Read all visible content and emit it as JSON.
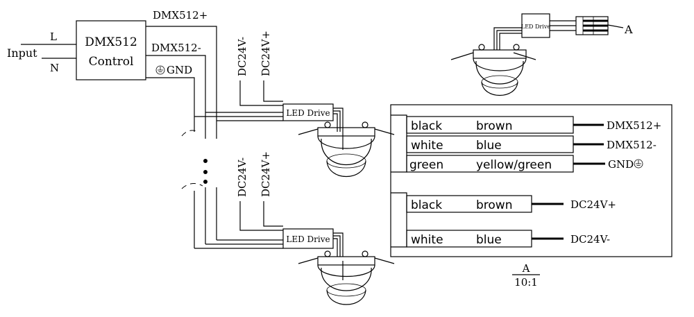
{
  "controller": {
    "label_line1": "DMX512",
    "label_line2": "Control",
    "input_label": "Input",
    "live_label": "L",
    "neutral_label": "N",
    "dmx_plus": "DMX512+",
    "dmx_minus": "DMX512-",
    "gnd": "GND"
  },
  "power": {
    "dc_minus": "DC24V-",
    "dc_plus": "DC24V+"
  },
  "driver_label": "LED Drive",
  "detail": {
    "marker": "A",
    "scale": "10:1",
    "signal_rows": [
      {
        "left": "black",
        "right": "brown",
        "terminal": "DMX512+"
      },
      {
        "left": "white",
        "right": "blue",
        "terminal": "DMX512-"
      },
      {
        "left": "green",
        "right": "yellow/green",
        "terminal": "GND"
      }
    ],
    "power_rows": [
      {
        "left": "black",
        "right": "brown",
        "terminal": "DC24V+"
      },
      {
        "left": "white",
        "right": "blue",
        "terminal": "DC24V-"
      }
    ]
  }
}
